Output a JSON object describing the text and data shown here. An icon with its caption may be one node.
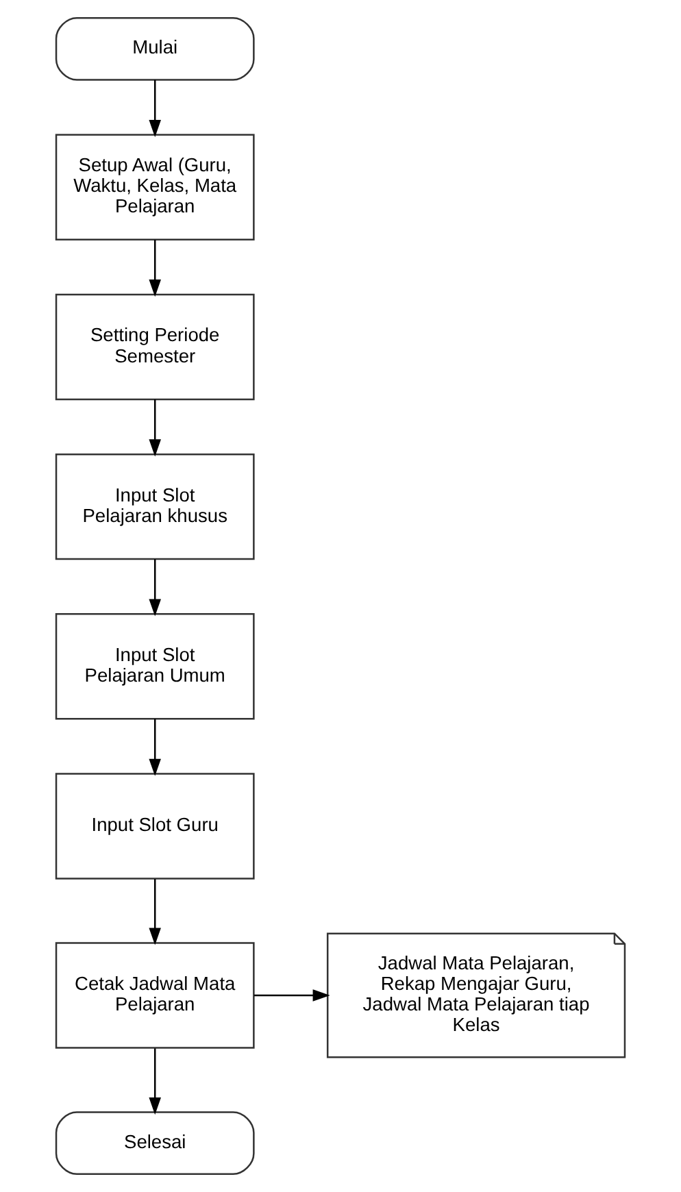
{
  "diagram": {
    "nodes": [
      {
        "text": [
          "Mulai"
        ]
      },
      {
        "text": [
          "Setup Awal (Guru, Waktu, Kelas, Mata Pelajaran"
        ]
      },
      {
        "text": [
          "Setting Periode Semester"
        ]
      },
      {
        "text": [
          "Input Slot Pelajaran khusus"
        ]
      },
      {
        "text": [
          "Input Slot Pelajaran Umum"
        ]
      },
      {
        "text": [
          "Input Slot Guru"
        ]
      },
      {
        "text": [
          "Cetak Jadwal Mata Pelajaran"
        ]
      },
      {
        "text": [
          "Jadwal Mata Pelajaran, Rekap Mengajar Guru, Jadwal Mata Pelajaran tiap Kelas"
        ]
      },
      {
        "text": [
          "Selesai"
        ]
      }
    ],
    "edges": [
      {
        "from": 0,
        "to": 1,
        "arrow": "to"
      },
      {
        "from": 1,
        "to": 2,
        "arrow": "to"
      },
      {
        "from": 2,
        "to": 3,
        "arrow": "to"
      },
      {
        "from": 3,
        "to": 4,
        "arrow": "to"
      },
      {
        "from": 4,
        "to": 5,
        "arrow": "to"
      },
      {
        "from": 5,
        "to": 6,
        "arrow": "to"
      },
      {
        "from": 6,
        "to": 7,
        "arrow": "to"
      },
      {
        "from": 6,
        "to": 8,
        "arrow": "to"
      }
    ]
  }
}
